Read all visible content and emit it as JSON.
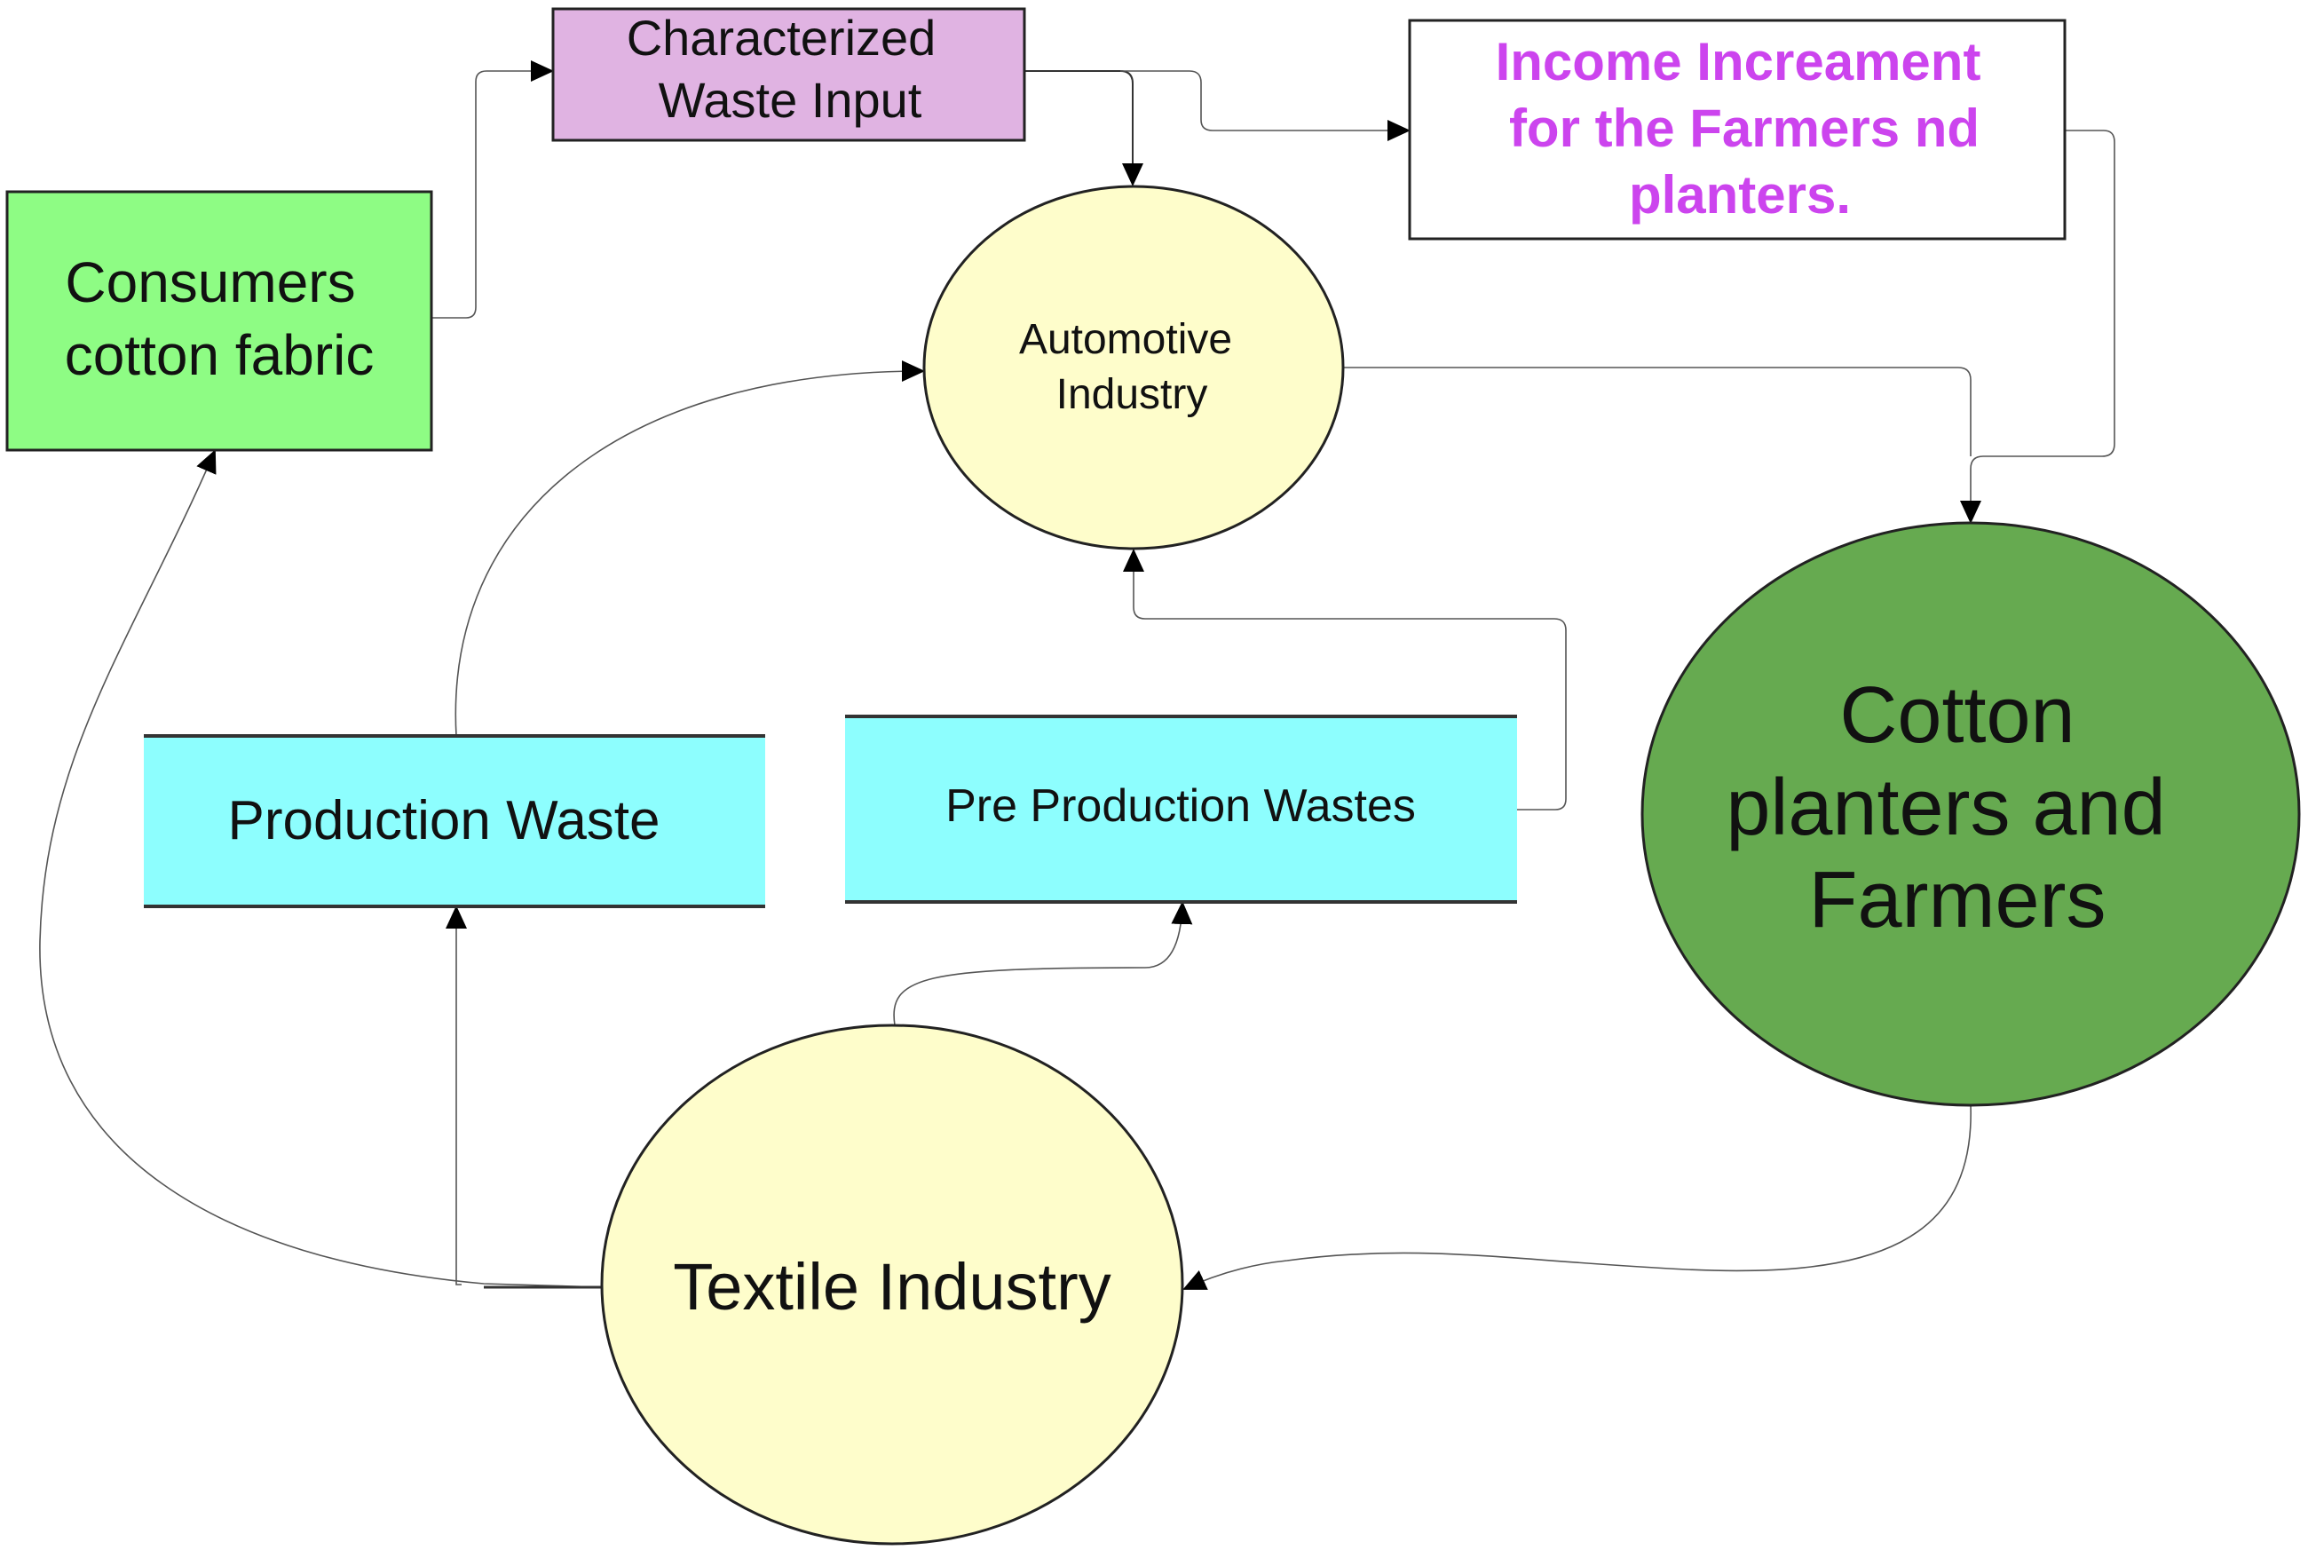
{
  "diagram": {
    "nodes": {
      "consumers": {
        "lines": [
          "Consumers",
          "cotton fabric"
        ],
        "fill": "#8efc84"
      },
      "characterized": {
        "lines": [
          "Characterized",
          "Waste Input"
        ],
        "fill": "#e0b3e2"
      },
      "income": {
        "lines": [
          "Income Increament",
          "for the Farmers nd",
          "planters."
        ],
        "fill": "#ffffff",
        "text_color": "#cc44ee"
      },
      "automotive": {
        "lines": [
          "Automotive",
          "Industry"
        ],
        "fill": "#fefdcb"
      },
      "production_waste": {
        "lines": [
          "Production Waste"
        ],
        "fill": "#8dfefe"
      },
      "pre_production": {
        "lines": [
          "Pre Production Wastes"
        ],
        "fill": "#8dfefe"
      },
      "cotton": {
        "lines": [
          "Cotton",
          "planters and",
          "Farmers"
        ],
        "fill": "#66aa50"
      },
      "textile": {
        "lines": [
          "Textile Industry"
        ],
        "fill": "#fefdcb"
      }
    },
    "edges": [
      {
        "from": "Consumers cotton fabric",
        "to": "Characterized Waste Input"
      },
      {
        "from": "Characterized Waste Input",
        "to": "Automotive Industry"
      },
      {
        "from": "Characterized Waste Input",
        "to": "Income Increament for the Farmers nd planters."
      },
      {
        "from": "Income Increament for the Farmers nd planters.",
        "to": "Cotton planters and Farmers"
      },
      {
        "from": "Automotive Industry",
        "to": "Cotton planters and Farmers"
      },
      {
        "from": "Production Waste",
        "to": "Automotive Industry"
      },
      {
        "from": "Pre Production Wastes",
        "to": "Automotive Industry"
      },
      {
        "from": "Textile Industry",
        "to": "Production Waste"
      },
      {
        "from": "Textile Industry",
        "to": "Pre Production Wastes"
      },
      {
        "from": "Textile Industry",
        "to": "Consumers cotton fabric"
      },
      {
        "from": "Cotton planters and Farmers",
        "to": "Textile Industry"
      }
    ]
  }
}
